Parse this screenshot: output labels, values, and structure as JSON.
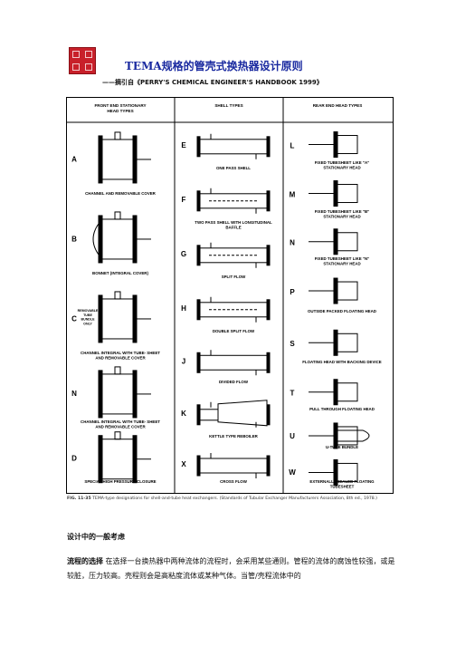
{
  "doc": {
    "title": "TEMA规格的管壳式换热器设计原则",
    "subtitle": "——摘引自《PERRY'S CHEMICAL ENGINEER'S HANDBOOK 1999》",
    "caption_label": "FIG. 11-35",
    "caption_text": "TEMA-type designations for shell-and-tube heat exchangers. (Standards of Tubular Exchanger Manufacturers Association, 8th ed., 1978.)",
    "section_heading": "设计中的一般考虑",
    "para_lead": "流程的选择",
    "para_text": "在选择一台换热器中两种流体的流程时，会采用某些通则。管程的流体的腐蚀性较强，或是较脏，压力较高。壳程则会是高粘度流体或某种气体。当管/壳程流体中的"
  },
  "figure": {
    "col_headers": [
      "FRONT END STATIONARY HEAD TYPES",
      "SHELL TYPES",
      "REAR END HEAD TYPES"
    ],
    "front": [
      {
        "letter": "A",
        "label": "CHANNEL AND REMOVABLE COVER"
      },
      {
        "letter": "B",
        "label": "BONNET (INTEGRAL COVER)"
      },
      {
        "letter": "C",
        "label": "CHANNEL INTEGRAL WITH TUBE- SHEET AND REMOVABLE COVER",
        "note": "REMOVABLE TUBE BUNDLE ONLY"
      },
      {
        "letter": "N",
        "label": "CHANNEL INTEGRAL WITH TUBE- SHEET AND REMOVABLE COVER"
      },
      {
        "letter": "D",
        "label": "SPECIAL HIGH PRESSURE CLOSURE"
      }
    ],
    "shell": [
      {
        "letter": "E",
        "label": "ONE PASS SHELL"
      },
      {
        "letter": "F",
        "label": "TWO PASS SHELL WITH LONGITUDINAL BAFFLE"
      },
      {
        "letter": "G",
        "label": "SPLIT FLOW"
      },
      {
        "letter": "H",
        "label": "DOUBLE SPLIT FLOW"
      },
      {
        "letter": "J",
        "label": "DIVIDED FLOW"
      },
      {
        "letter": "K",
        "label": "KETTLE TYPE REBOILER"
      },
      {
        "letter": "X",
        "label": "CROSS FLOW"
      }
    ],
    "rear": [
      {
        "letter": "L",
        "label": "FIXED TUBESHEET LIKE \"A\" STATIONARY HEAD"
      },
      {
        "letter": "M",
        "label": "FIXED TUBESHEET LIKE \"B\" STATIONARY HEAD"
      },
      {
        "letter": "N",
        "label": "FIXED TUBESHEET LIKE \"N\" STATIONARY HEAD"
      },
      {
        "letter": "P",
        "label": "OUTSIDE PACKED FLOATING HEAD"
      },
      {
        "letter": "S",
        "label": "FLOATING HEAD WITH BACKING DEVICE"
      },
      {
        "letter": "T",
        "label": "PULL THROUGH FLOATING HEAD"
      },
      {
        "letter": "U",
        "label": "U-TUBE BUNDLE"
      },
      {
        "letter": "W",
        "label": "EXTERNALLY SEALED FLOATING TUBESHEET"
      }
    ]
  }
}
